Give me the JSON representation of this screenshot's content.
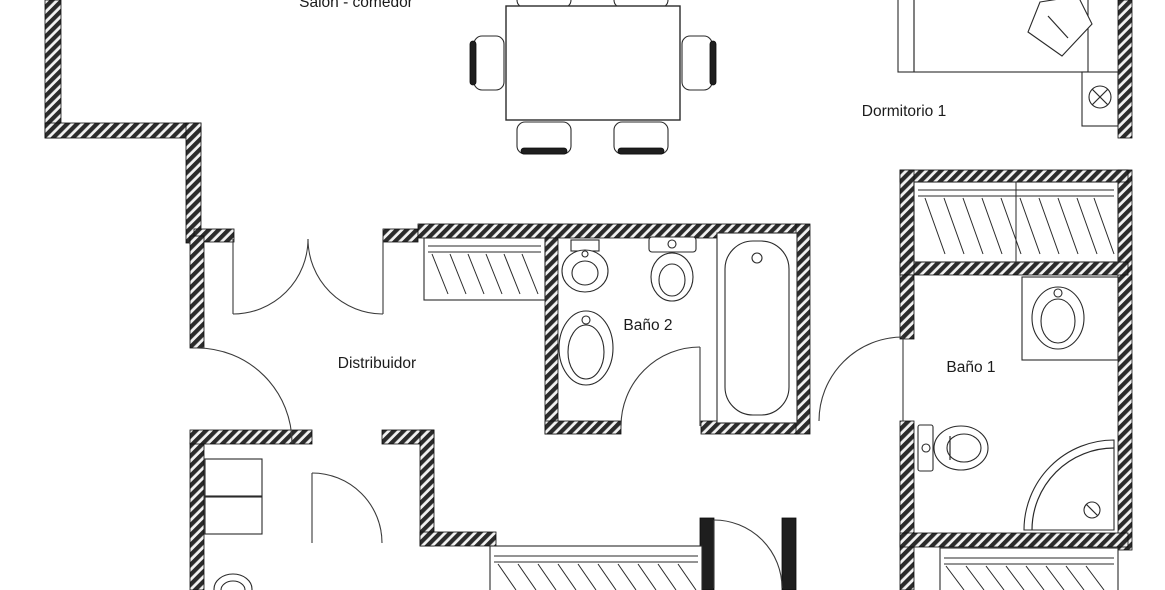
{
  "colors": {
    "ink": "#1b1b1b",
    "background": "#ffffff"
  },
  "labels": {
    "salon": "Salón - comedor",
    "dormitorio1": "Dormitorio 1",
    "bano2": "Baño 2",
    "distribuidor": "Distribuidor",
    "bano1": "Baño 1"
  }
}
